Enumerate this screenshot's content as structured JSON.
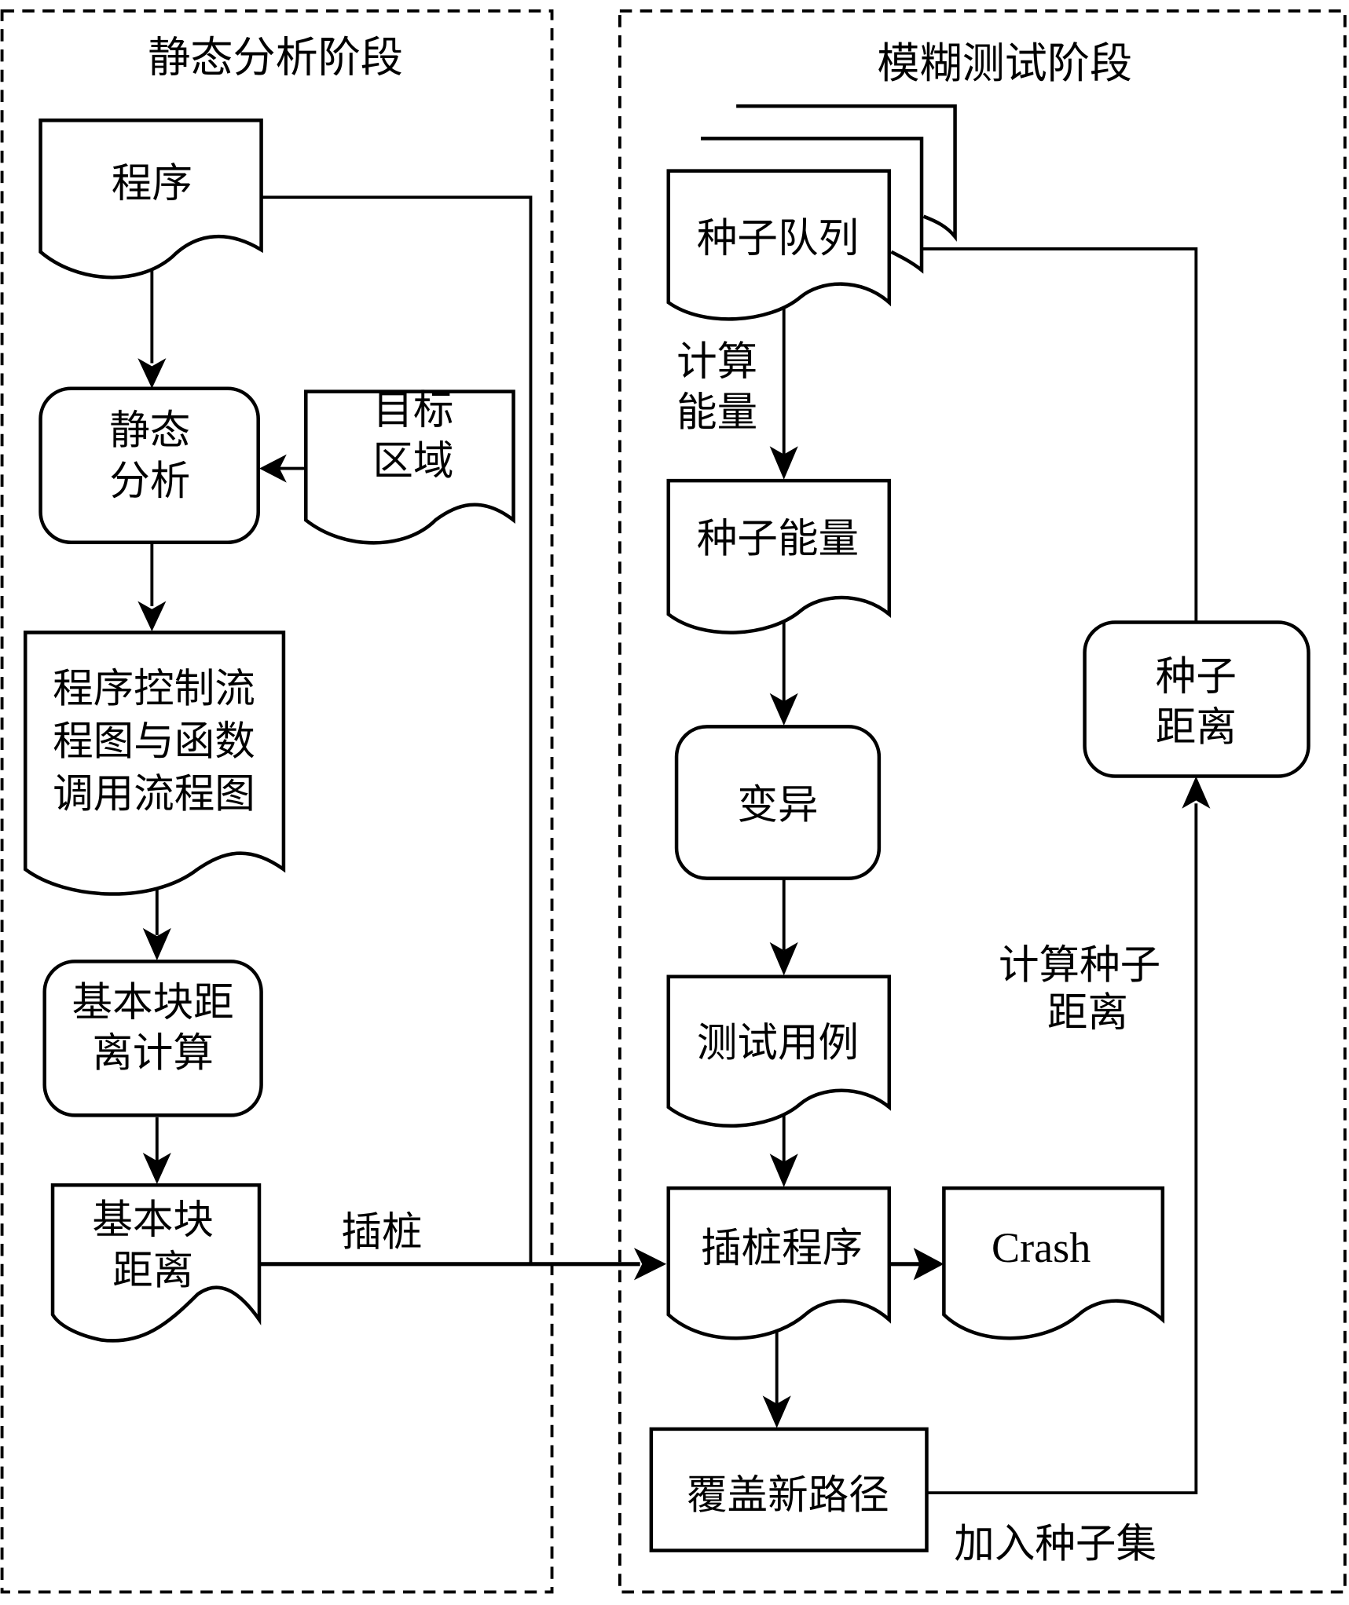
{
  "panels": {
    "static": {
      "title": "静态分析阶段"
    },
    "fuzz": {
      "title": "模糊测试阶段"
    }
  },
  "nodes": {
    "program": {
      "lines": [
        "程序"
      ],
      "shape": "document"
    },
    "static_analysis": {
      "lines": [
        "静态",
        "分析"
      ],
      "shape": "process"
    },
    "target_region": {
      "lines": [
        "目标",
        "区域"
      ],
      "shape": "document"
    },
    "cfg_cg": {
      "lines": [
        "程序控制流",
        "程图与函数",
        "调用流程图"
      ],
      "shape": "document"
    },
    "bb_dist_calc": {
      "lines": [
        "基本块距",
        "离计算"
      ],
      "shape": "process"
    },
    "bb_dist": {
      "lines": [
        "基本块",
        "距离"
      ],
      "shape": "document"
    },
    "seed_queue": {
      "lines": [
        "种子队列"
      ],
      "shape": "multi-document"
    },
    "seed_energy": {
      "lines": [
        "种子能量"
      ],
      "shape": "document"
    },
    "mutation": {
      "lines": [
        "变异"
      ],
      "shape": "process"
    },
    "test_case": {
      "lines": [
        "测试用例"
      ],
      "shape": "document"
    },
    "instrumented_program": {
      "lines": [
        "插桩程序"
      ],
      "shape": "document"
    },
    "crash": {
      "lines": [
        "Crash"
      ],
      "shape": "document"
    },
    "new_path": {
      "lines": [
        "覆盖新路径"
      ],
      "shape": "rectangle"
    },
    "seed_distance": {
      "lines": [
        "种子",
        "距离"
      ],
      "shape": "process"
    }
  },
  "edge_labels": {
    "instrument": "插桩",
    "calc_energy": [
      "计算",
      "能量"
    ],
    "calc_seed_distance": [
      "计算种子",
      "距离"
    ],
    "add_to_seed_set": "加入种子集"
  }
}
